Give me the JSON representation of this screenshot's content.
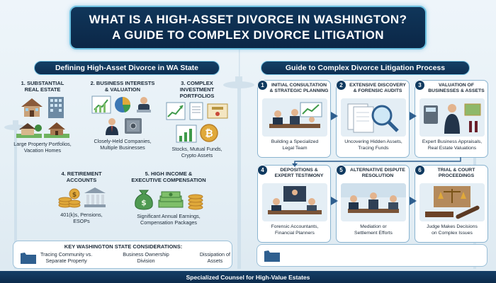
{
  "title": {
    "line1": "What is a High-Asset Divorce in Washington?",
    "line2": "A Guide to Complex Divorce Litigation"
  },
  "left_section": {
    "heading": "Defining High-Asset Divorce in WA State",
    "categories": [
      {
        "number": "1.",
        "title_l1": "Substantial",
        "title_l2": "Real Estate",
        "caption_l1": "Large Property Portfolios,",
        "caption_l2": "Vacation Homes",
        "icons": [
          "house-icon",
          "building-icon",
          "cabin-icon"
        ]
      },
      {
        "number": "2.",
        "title_l1": "Business Interests",
        "title_l2": "& Valuation",
        "caption_l1": "Closely-Held Companies,",
        "caption_l2": "Multiple Businesses",
        "icons": [
          "growth-chart-icon",
          "pie-chart-icon",
          "businessman-icon",
          "safe-icon"
        ]
      },
      {
        "number": "3.",
        "title_l1": "Complex Investment",
        "title_l2": "Portfolios",
        "caption_l1": "Stocks, Mutual Funds,",
        "caption_l2": "Crypto Assets",
        "icons": [
          "stock-chart-icon",
          "bonus-certificate-icon",
          "bitcoin-icon"
        ]
      },
      {
        "number": "4.",
        "title_l1": "Retirement",
        "title_l2": "Accounts",
        "caption_l1": "401(k)s, Pensions,",
        "caption_l2": "ESOPs",
        "icons": [
          "coin-stack-icon",
          "bank-icon"
        ]
      },
      {
        "number": "5.",
        "title_l1": "High Income &",
        "title_l2": "Executive Compensation",
        "caption_l1": "Significant Annual Earnings,",
        "caption_l2": "Compensation Packages",
        "icons": [
          "money-bag-icon",
          "cash-stack-icon",
          "coin-stack-icon"
        ]
      }
    ],
    "considerations": {
      "title": "Key Washington State Considerations:",
      "items": [
        {
          "l1": "Tracing Community vs.",
          "l2": "Separate Property"
        },
        {
          "l1": "Business Ownership",
          "l2": "Division"
        },
        {
          "l1": "Dissipation of",
          "l2": "Assets"
        }
      ]
    }
  },
  "right_section": {
    "heading": "Guide to Complex Divorce Litigation Process",
    "steps": [
      {
        "num": "1",
        "title_l1": "Initial Consultation",
        "title_l2": "& Strategic Planning",
        "caption_l1": "Building a Specialized",
        "caption_l2": "Legal Team"
      },
      {
        "num": "2",
        "title_l1": "Extensive Discovery",
        "title_l2": "& Forensic Audits",
        "caption_l1": "Uncovering Hidden Assets,",
        "caption_l2": "Tracing Funds"
      },
      {
        "num": "3",
        "title_l1": "Valuation of",
        "title_l2": "Businesses & Assets",
        "caption_l1": "Expert Business Appraisals,",
        "caption_l2": "Real Estate Valuations"
      },
      {
        "num": "4",
        "title_l1": "Depositions &",
        "title_l2": "Expert Testimony",
        "caption_l1": "Forensic Accountants,",
        "caption_l2": "Financial Planners"
      },
      {
        "num": "5",
        "title_l1": "Alternative Dispute",
        "title_l2": "Resolution",
        "caption_l1": "Mediation or",
        "caption_l2": "Settlement Efforts"
      },
      {
        "num": "6",
        "title_l1": "Trial & Court",
        "title_l2": "Proceedings",
        "caption_l1": "Judge Makes Decisions",
        "caption_l2": "on Complex Issues"
      }
    ]
  },
  "footer": "Specialized Counsel for High-Value Estates",
  "colors": {
    "navy": "#0e2f52",
    "accent": "#6fc3e3",
    "gold": "#e0a93a",
    "green": "#3f9a4a"
  }
}
